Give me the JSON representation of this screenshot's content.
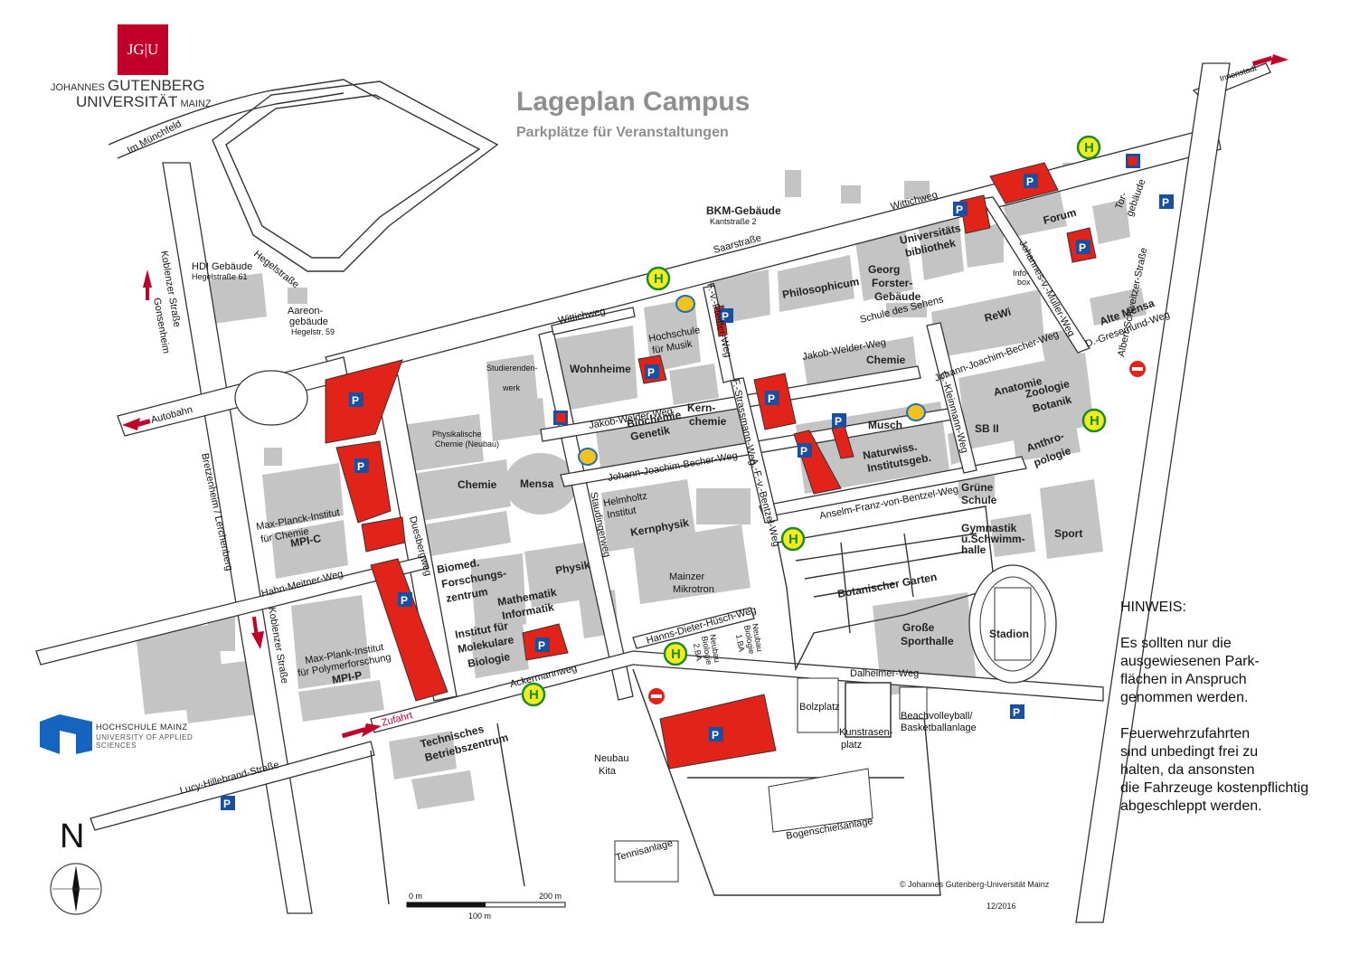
{
  "header": {
    "title": "Lageplan Campus",
    "subtitle": "Parkplätze für Veranstaltungen"
  },
  "logos": {
    "jgu_box": "JG|U",
    "jgu_line1_pre": "JOHANNES ",
    "jgu_line1_main": "GUTENBERG",
    "jgu_line2_main": "UNIVERSITÄT",
    "jgu_line2_post": " MAINZ",
    "hs_line1": "HOCHSCHULE MAINZ",
    "hs_line2": "UNIVERSITY OF APPLIED SCIENCES"
  },
  "colors": {
    "parking_area": "#e2231a",
    "parking_badge": "#1a4fa0",
    "bus_stop_fill": "#f4ec1c",
    "bus_stop_stroke": "#1a8a2a",
    "building": "#c4c4c4",
    "jgu_red": "#c1002a",
    "hs_blue": "#1565c0"
  },
  "icons": {
    "parking": "parking-badge-icon",
    "bus_stop": "bus-stop-icon",
    "no_entry": "no-entry-icon",
    "atm": "atm-icon",
    "direction": "direction-arrow-icon",
    "mascot": "mascot-icon",
    "compass": "compass-icon"
  },
  "symbols": {
    "parking": "P",
    "bus_stop": "H"
  },
  "map_labels": {
    "im_muenchfeld": "Im Münchfeld",
    "hegelstrasse": "Hegelstraße",
    "koblenzer_str_top": "Koblenzer Straße",
    "gonsenheim": "Gonsenheim",
    "autobahn": "Autobahn",
    "bretzenheim": "Bretzenheim / Lerchenberg",
    "hdi": "HDI Gebäude",
    "hdi_addr": "Hegelstraße 61",
    "aareon_1": "Aareon-",
    "aareon_2": "gebäude",
    "aareon_addr": "Hegelstr. 59",
    "bkm": "BKM-Gebäude",
    "bkm_addr": "Kantstraße 2",
    "saarstrasse": "Saarstraße",
    "wittichweg_top": "Wittichweg",
    "wittichweg": "Wittichweg",
    "innenstadt": "Innenstadt",
    "forum": "Forum",
    "tor_1": "Tor-",
    "tor_2": "gebäude",
    "info_1": "Info-",
    "info_2": "box",
    "johannes_mueller": "Johannes-v.-Müller-Weg",
    "albert_schweitzer": "Albert-Schweitzer-Straße",
    "alte_mensa": "Alte Mensa",
    "gresemund": "D.-Gresemund-Weg",
    "uni_bib_1": "Universitäts",
    "uni_bib_2": "bibliothek",
    "georg_1": "Georg",
    "georg_2": "Forster-",
    "georg_3": "Gebäude",
    "philosophicum": "Philosophicum",
    "schule_sehens": "Schule des Sehens",
    "rewi": "ReWi",
    "becher_weg_e": "Johann-Joachim-Becher-Weg",
    "welder_weg_e": "Jakob-Welder-Weg",
    "chemie_e": "Chemie",
    "hochschule_musik_1": "Hochschule",
    "hochschule_musik_2": "für Musik",
    "pfeiffer_weg": "F.-v.-Pfeiffer-Weg",
    "wohnheime": "Wohnheime",
    "studierenden_1": "Studierenden-",
    "studierenden_2": "werk",
    "welder_weg_w": "Jakob-Welder-Weg",
    "biochemie": "Biochemie",
    "genetik": "Genetik",
    "kernchemie_1": "Kern-",
    "kernchemie_2": "chemie",
    "strassmann_weg": "F.-Strassmann-Weg",
    "kleinmann_weg": "C.-Kleinmann-Weg",
    "anatomie": "Anatomie",
    "zoologie": "Zoologie",
    "botanik": "Botanik",
    "sb2": "SB II",
    "anthro_1": "Anthro-",
    "anthro_2": "pologie",
    "musch": "Musch",
    "naturwiss_1": "Naturwiss.",
    "naturwiss_2": "Institutsgeb.",
    "becher_weg_w": "Johann-Joachim-Becher-Weg",
    "bentzel_weg_e": "Anselm-Franz-von-Bentzel-Weg",
    "bentzel_weg_s": "A.-F.-v.-Bentzel-Weg",
    "gruene_1": "Grüne",
    "gruene_2": "Schule",
    "physchem_1": "Physikalische",
    "physchem_2": "Chemie (Neubau)",
    "chemie_w": "Chemie",
    "mensa": "Mensa",
    "staudinger": "Staudingerweg",
    "helmholtz_1": "Helmholtz",
    "helmholtz_2": "Institut",
    "kernphysik": "Kernphysik",
    "gymnastik_1": "Gymnastik",
    "gymnastik_2": "u.Schwimm-",
    "gymnastik_3": "halle",
    "sport": "Sport",
    "botanischer_garten": "Botanischer Garten",
    "mpic_1": "Max-Planck-Institut",
    "mpic_2": "für Chemie",
    "mpic_3": "MPI-C",
    "duesberg": "Duesbergweg",
    "hahn_meitner": "Hahn-Meitner-Weg",
    "biomed_1": "Biomed.",
    "biomed_2": "Forschungs-",
    "biomed_3": "zentrum",
    "physik": "Physik",
    "mathe_1": "Mathematik",
    "mathe_2": "Informatik",
    "mikrotron_1": "Mainzer",
    "mikrotron_2": "Mikrotron",
    "koblenzer_str_bottom": "Koblenzer Straße",
    "mpip_1": "Max-Plank-Institut",
    "mpip_2": "für Polymerforschung",
    "mpip_3": "MPI-P",
    "imb_1": "Institut für",
    "imb_2": "Molekulare",
    "imb_3": "Biologie",
    "huesch_weg": "Hanns-Dieter-Hüsch-Weg",
    "neubau_bio2_1": "Neubau",
    "neubau_bio2_2": "Biologie",
    "neubau_bio2_3": "2.BA",
    "neubau_bio1_1": "Neubau",
    "neubau_bio1_2": "Biologie",
    "neubau_bio1_3": "1.BA",
    "grosse_1": "Große",
    "grosse_2": "Sporthalle",
    "stadion": "Stadion",
    "ackermann": "Ackermannweg",
    "dalheimer": "Dalheimer-Weg",
    "zufahrt": "Zufahrt",
    "tbz_1": "Technisches",
    "tbz_2": "Betriebszentrum",
    "kita_1": "Neubau",
    "kita_2": "Kita",
    "bolzplatz": "Bolzplatz",
    "kunstrasen_1": "Kunstrasen-",
    "kunstrasen_2": "platz",
    "beach_1": "Beachvolleyball/",
    "beach_2": "Basketballanlage",
    "bogenschiess": "Bogenschießanlage",
    "tennis": "Tennisanlage",
    "lucy": "Lucy-Hillebrand-Straße"
  },
  "legend": {
    "north": "N",
    "scale_0": "0 m",
    "scale_100": "100 m",
    "scale_200": "200 m",
    "copyright": "© Johannes Gutenberg-Universität Mainz",
    "date": "12/2016"
  },
  "notice": {
    "heading": "HINWEIS:",
    "p1": "Es sollten nur die\nausgewiesenen Park-\nflächen in Anspruch\ngenommen werden.",
    "p2": "Feuerwehrzufahrten\nsind unbedingt frei zu\nhalten, da ansonsten\ndie Fahrzeuge kostenpflichtig\nabgeschleppt werden."
  }
}
